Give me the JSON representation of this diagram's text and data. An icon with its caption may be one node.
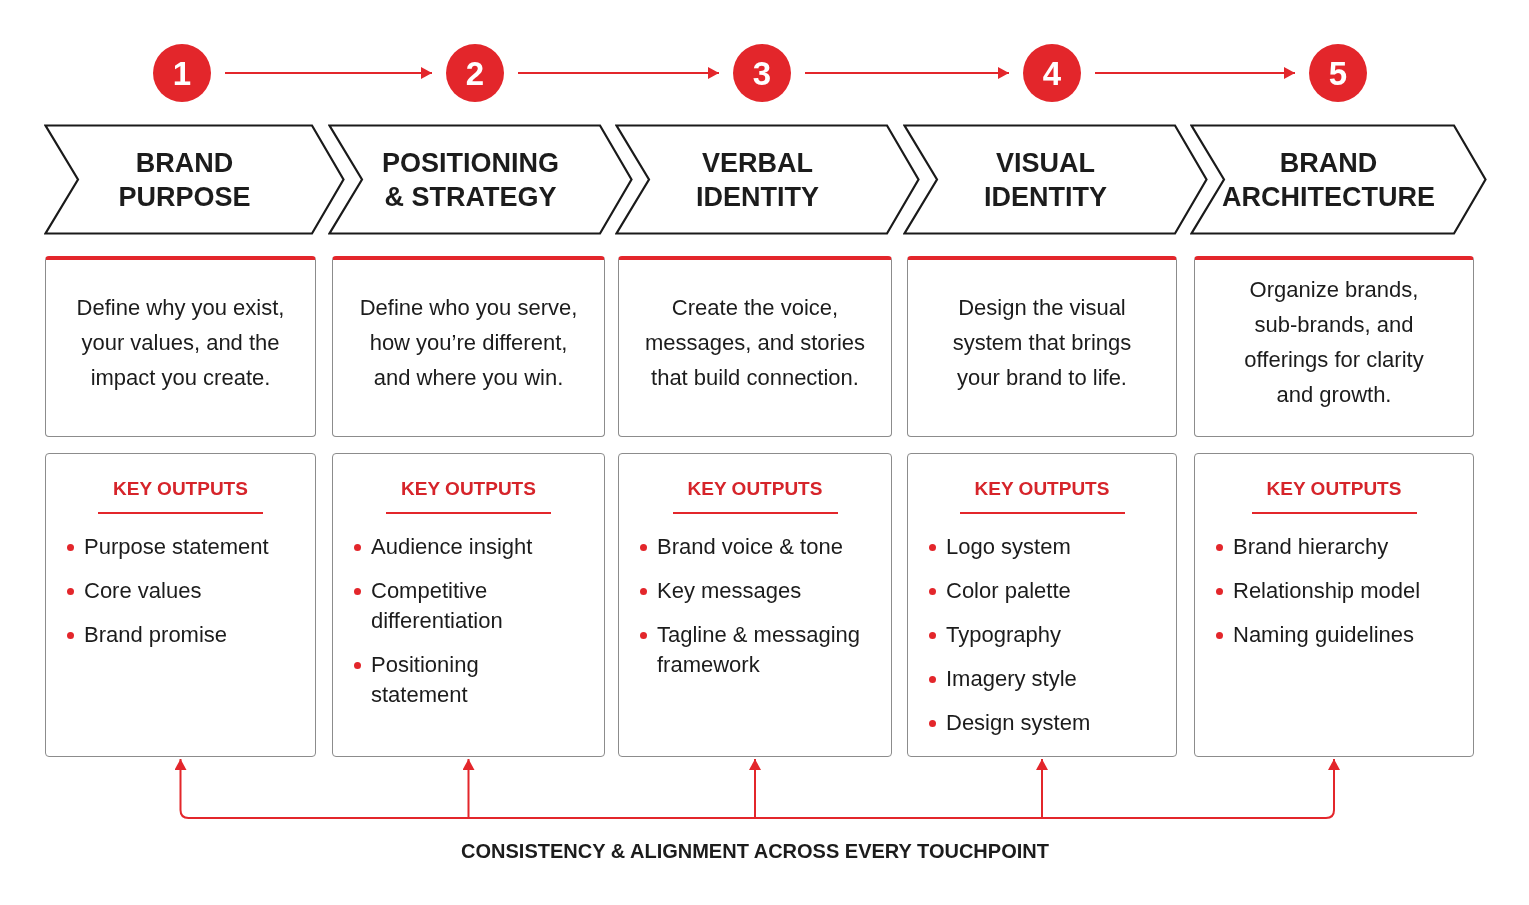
{
  "diagram": {
    "nodes": [
      {
        "text": [
          "1"
        ]
      },
      {
        "text": [
          "2"
        ]
      },
      {
        "text": [
          "3"
        ]
      },
      {
        "text": [
          "4"
        ]
      },
      {
        "text": [
          "5"
        ]
      },
      {
        "text": [
          "BRAND PURPOSE"
        ]
      },
      {
        "text": [
          "POSITIONING & STRATEGY"
        ]
      },
      {
        "text": [
          "VERBAL IDENTITY"
        ]
      },
      {
        "text": [
          "VISUAL IDENTITY"
        ]
      },
      {
        "text": [
          "BRAND ARCHITECTURE"
        ]
      },
      {
        "text": [
          "Define why you exist, your values, and the impact you create."
        ]
      },
      {
        "text": [
          "Define who you serve, how you’re different, and where you win."
        ]
      },
      {
        "text": [
          "Create the voice, messages, and stories that build connection."
        ]
      },
      {
        "text": [
          "Design the visual system that brings your brand to life."
        ]
      },
      {
        "text": [
          "Organize brands, sub-brands, and offerings for clarity and growth."
        ]
      },
      {
        "text": [
          "KEY OUTPUTS",
          "Purpose statement",
          "Core values",
          "Brand promise"
        ]
      },
      {
        "text": [
          "KEY OUTPUTS",
          "Audience insight",
          "Competitive differentiation",
          "Positioning statement"
        ]
      },
      {
        "text": [
          "KEY OUTPUTS",
          "Brand voice & tone",
          "Key messages",
          "Tagline & messaging framework"
        ]
      },
      {
        "text": [
          "KEY OUTPUTS",
          "Logo system",
          "Color palette",
          "Typography",
          "Imagery style",
          "Design system"
        ]
      },
      {
        "text": [
          "KEY OUTPUTS",
          "Brand hierarchy",
          "Relationship model",
          "Naming guidelines"
        ]
      }
    ],
    "edges": [
      {
        "from": 0,
        "to": 1,
        "arrow": "to"
      },
      {
        "from": 1,
        "to": 2,
        "arrow": "to"
      },
      {
        "from": 2,
        "to": 3,
        "arrow": "to"
      },
      {
        "from": 3,
        "to": 4,
        "arrow": "to"
      },
      {
        "from": null,
        "to": 15,
        "arrow": "to"
      },
      {
        "from": null,
        "to": 16,
        "arrow": "to"
      },
      {
        "from": null,
        "to": 17,
        "arrow": "to"
      },
      {
        "from": null,
        "to": 18,
        "arrow": "to"
      },
      {
        "from": null,
        "to": 19,
        "arrow": "to"
      }
    ],
    "labels": [
      "CONSISTENCY & ALIGNMENT ACROSS EVERY TOUCHPOINT"
    ]
  }
}
